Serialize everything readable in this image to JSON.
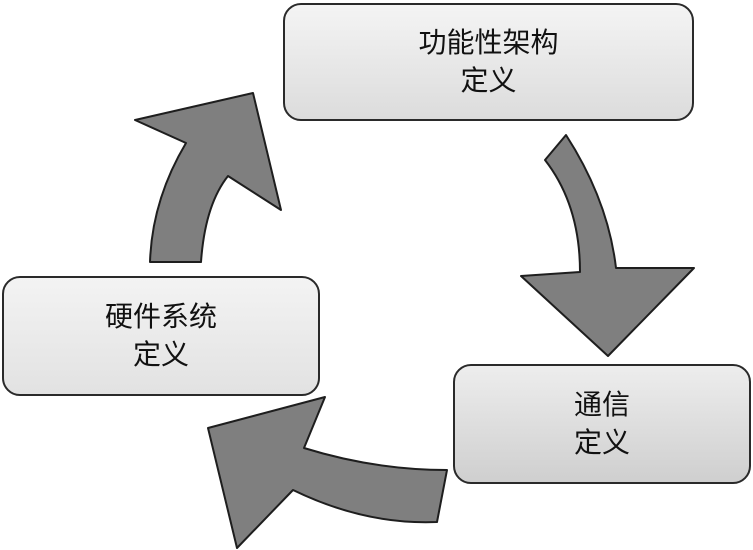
{
  "diagram": {
    "nodes": {
      "functional": {
        "line1": "功能性架构",
        "line2": "定义"
      },
      "communication": {
        "line1": "通信",
        "line2": "定义"
      },
      "hardware": {
        "line1": "硬件系统",
        "line2": "定义"
      }
    },
    "colors": {
      "arrow_fill": "#7f7f7f",
      "arrow_stroke": "#1e1e1e",
      "box_border": "#2a2a2a"
    }
  }
}
